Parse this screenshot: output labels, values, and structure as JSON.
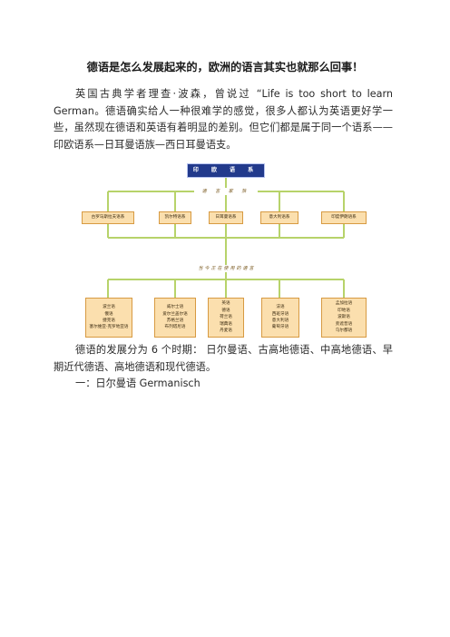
{
  "document": {
    "title": "德语是怎么发展起来的，欧洲的语言其实也就那么回事！",
    "intro": "英国古典学者理查·波森，曾说过 “Life is too short to learn German。德语确实给人一种很难学的感觉，很多人都认为英语更好学一些，虽然现在德语和英语有着明显的差别。但它们都是属于同一个语系——印欧语系—日耳曼语族—西日耳曼语支。",
    "periods": "德语的发展分为 6 个时期： 日尔曼语、古高地德语、中高地德语、早期近代德语、高地德语和现代德语。",
    "section_heading": "一：日尔曼语 Germanisch"
  },
  "diagram": {
    "root": "印 欧 语 系",
    "families_label": "语 言 家 族",
    "families": [
      "古罗马斯拉夫语系",
      "凯尔特语系",
      "日耳曼语系",
      "意大利语系",
      "印度伊朗语系"
    ],
    "modern_label": "当今正在使用的语言",
    "languages": [
      "波兰语\n俄语\n捷克语\n塞尔维亚-克罗地亚语",
      "威尔士语\n爱尔兰盖尔语\n苏格兰语\n布列塔尼语",
      "英语\n德语\n荷兰语\n瑞典语\n丹麦语",
      "法语\n西班牙语\n意大利语\n葡萄牙语",
      "孟加拉语\n印地语\n波斯语\n旁遮普语\n乌尔都语"
    ],
    "colors": {
      "root_fill": "#223a8c",
      "box_fill": "#fbdfae",
      "box_border": "#d79a42",
      "connector": "#b7d36a"
    }
  }
}
